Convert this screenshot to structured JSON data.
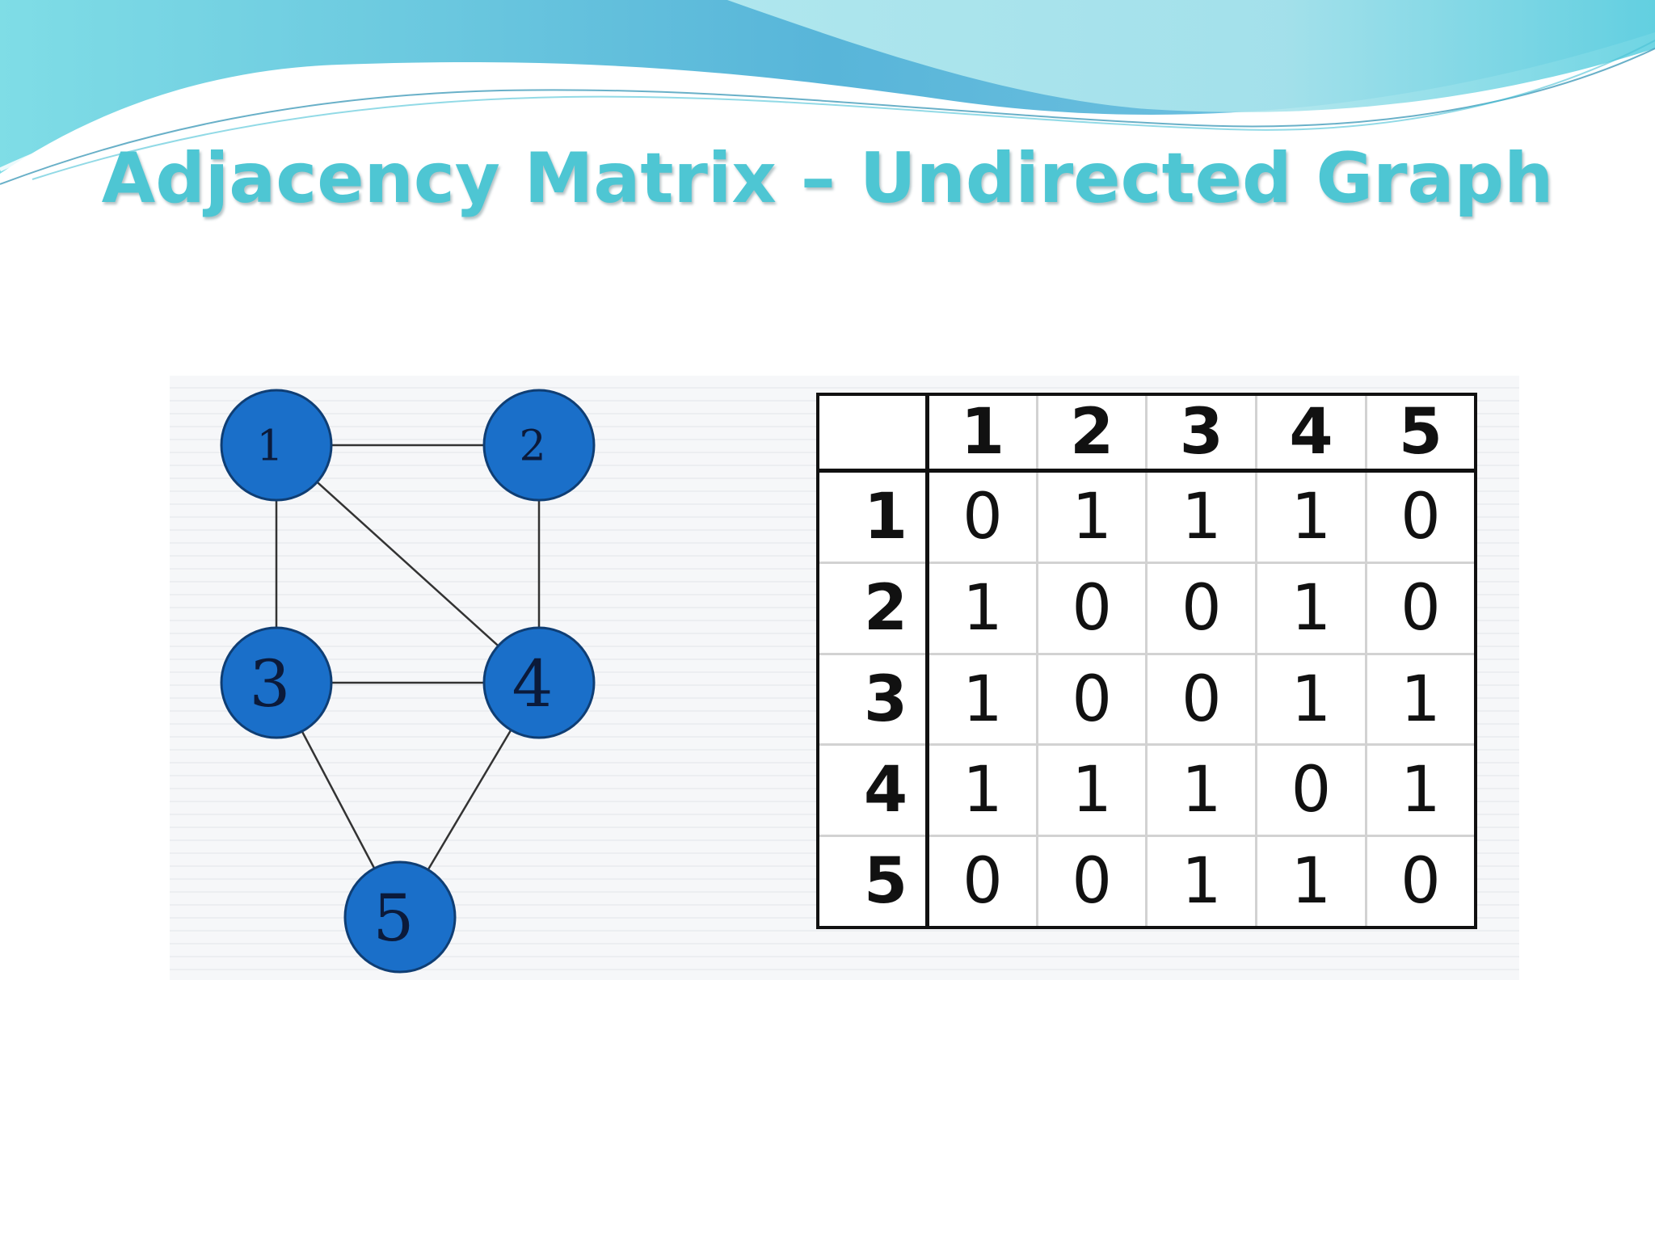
{
  "title": "Adjacency Matrix – Undirected Graph",
  "colors": {
    "title": "#4ec6d3",
    "node_fill": "#1a6fc9",
    "node_stroke": "#0f3e74",
    "edge": "#333333",
    "wave_dark": "#5bb6d8",
    "wave_light": "#8fe0e6"
  },
  "graph": {
    "nodes": [
      {
        "id": "1",
        "label": "1"
      },
      {
        "id": "2",
        "label": "2"
      },
      {
        "id": "3",
        "label": "3"
      },
      {
        "id": "4",
        "label": "4"
      },
      {
        "id": "5",
        "label": "5"
      }
    ],
    "edges": [
      [
        "1",
        "2"
      ],
      [
        "1",
        "3"
      ],
      [
        "1",
        "4"
      ],
      [
        "2",
        "4"
      ],
      [
        "3",
        "4"
      ],
      [
        "3",
        "5"
      ],
      [
        "4",
        "5"
      ]
    ]
  },
  "matrix": {
    "column_headers": [
      "1",
      "2",
      "3",
      "4",
      "5"
    ],
    "rows": [
      {
        "header": "1",
        "values": [
          "0",
          "1",
          "1",
          "1",
          "0"
        ]
      },
      {
        "header": "2",
        "values": [
          "1",
          "0",
          "0",
          "1",
          "0"
        ]
      },
      {
        "header": "3",
        "values": [
          "1",
          "0",
          "0",
          "1",
          "1"
        ]
      },
      {
        "header": "4",
        "values": [
          "1",
          "1",
          "1",
          "0",
          "1"
        ]
      },
      {
        "header": "5",
        "values": [
          "0",
          "0",
          "1",
          "1",
          "0"
        ]
      }
    ]
  }
}
